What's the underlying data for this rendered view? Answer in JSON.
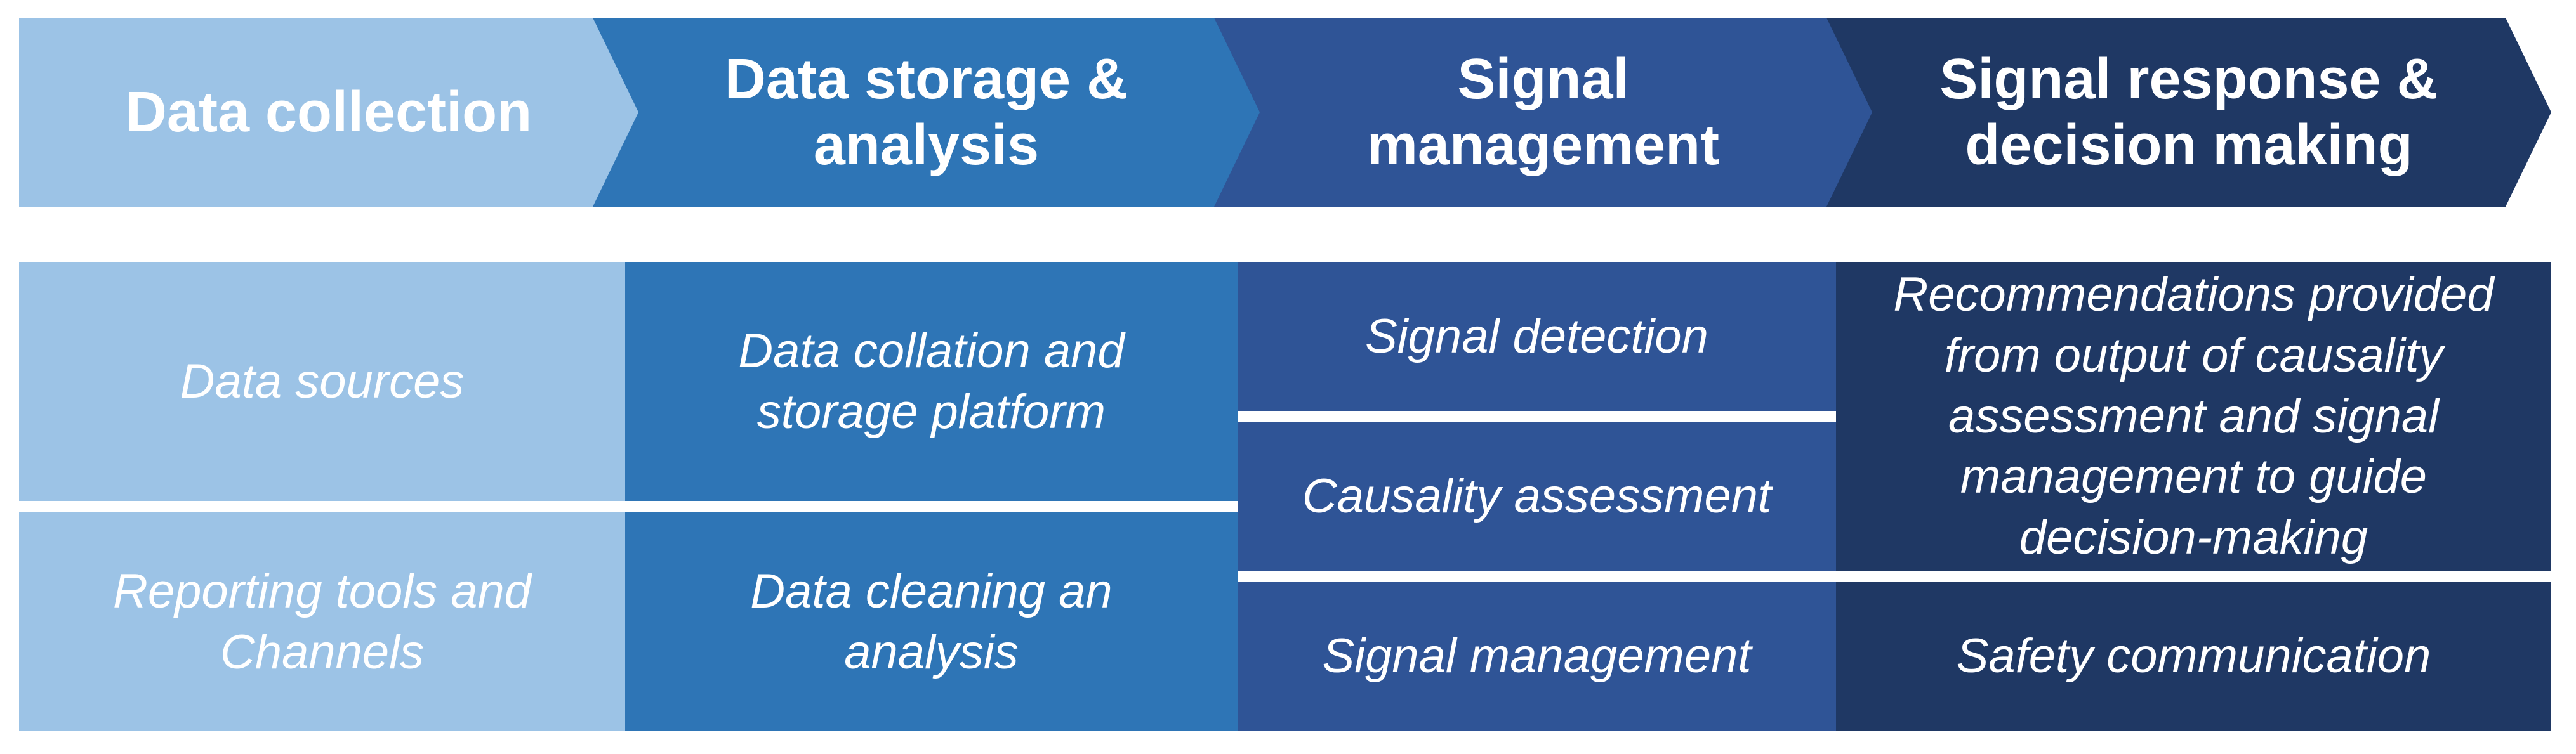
{
  "colors": {
    "stage1": "#9CC3E6",
    "stage2": "#2E75B6",
    "stage3": "#2F5496",
    "stage4": "#1F3864",
    "text": "#FFFFFF",
    "page_background": "#FFFFFF"
  },
  "stages": [
    {
      "header": "Data collection",
      "cells": [
        "Data sources",
        "Reporting tools and\nChannels"
      ]
    },
    {
      "header": "Data storage &\nanalysis",
      "cells": [
        "Data collation and\nstorage platform",
        "Data cleaning an\nanalysis"
      ]
    },
    {
      "header": "Signal\nmanagement",
      "cells": [
        "Signal detection",
        "Causality assessment",
        "Signal management"
      ]
    },
    {
      "header": "Signal response &\ndecision making",
      "cells": [
        "Recommendations provided\nfrom output of causality\nassessment and signal\nmanagement to guide\ndecision-making",
        "Safety communication"
      ]
    }
  ]
}
